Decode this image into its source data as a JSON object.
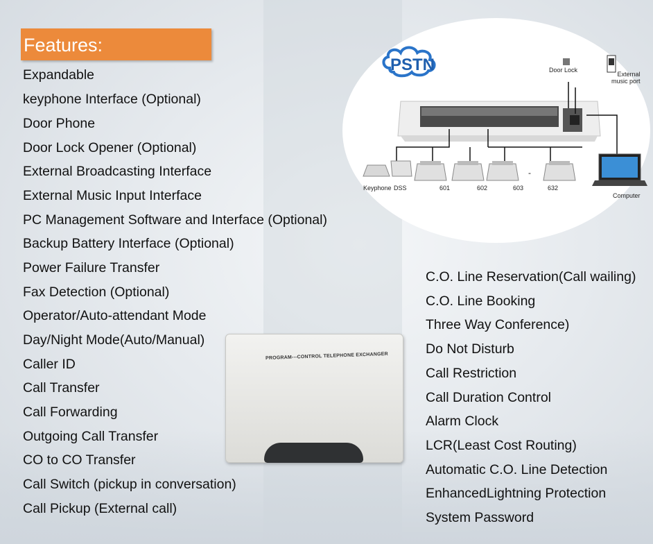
{
  "heading": "Features:",
  "features_left": [
    "Expandable",
    "keyphone Interface (Optional)",
    "Door Phone",
    "Door Lock Opener (Optional)",
    "External Broadcasting Interface",
    "External Music Input Interface",
    "PC Management Software and Interface (Optional)",
    "Backup Battery Interface (Optional)",
    "Power Failure Transfer",
    "Fax Detection (Optional)",
    "Operator/Auto-attendant Mode",
    "Day/Night Mode(Auto/Manual)",
    "Caller ID",
    "Call Transfer",
    "Call Forwarding",
    "Outgoing Call Transfer",
    "CO to CO Transfer",
    "Call Switch (pickup in conversation)",
    "Call Pickup (External call)"
  ],
  "features_right": [
    "C.O. Line Reservation(Call wailing)",
    "C.O. Line Booking",
    "Three Way Conference)",
    "Do Not Disturb",
    "Call Restriction",
    "Call Duration Control",
    "Alarm Clock",
    "LCR(Least Cost Routing)",
    "Automatic C.O. Line Detection",
    "EnhancedLightning Protection",
    "System Password"
  ],
  "diagram": {
    "pstn": "PSTN",
    "door_lock": "Door Lock",
    "external_music": "External\nmusic port",
    "keyphone": "Keyphone",
    "dss": "DSS",
    "ext_601": "601",
    "ext_602": "602",
    "ext_603": "603",
    "ext_dash": "-",
    "ext_632": "632",
    "computer": "Computer"
  },
  "device_label": "PROGRAM---CONTROL TELEPHONE EXCHANGER"
}
